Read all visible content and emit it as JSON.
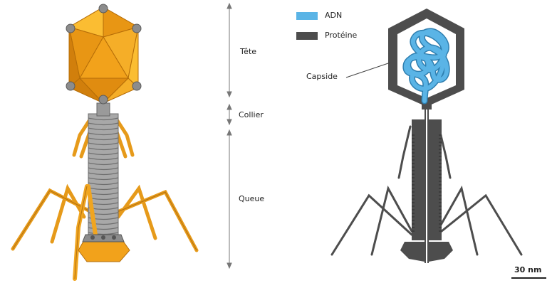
{
  "labels": {
    "tete": "Tête",
    "collier": "Collier",
    "queue": "Queue",
    "capside": "Capside",
    "scale": "30 nm"
  },
  "legend": [
    {
      "label": "ADN",
      "color": "#5ab4e6"
    },
    {
      "label": "Protéine",
      "color": "#4d4d4d"
    }
  ],
  "colors": {
    "head_orange": "#f2a21b",
    "head_dark": "#d17f0c",
    "head_light": "#fbbd32",
    "vertex_gray": "#8c8c8c",
    "tail_gray": "#a0a0a0",
    "fiber_orange": "#e69a1a",
    "protein_dark": "#4d4d4d",
    "dna_blue": "#5ab4e6",
    "dna_stroke": "#2f7fb0"
  }
}
